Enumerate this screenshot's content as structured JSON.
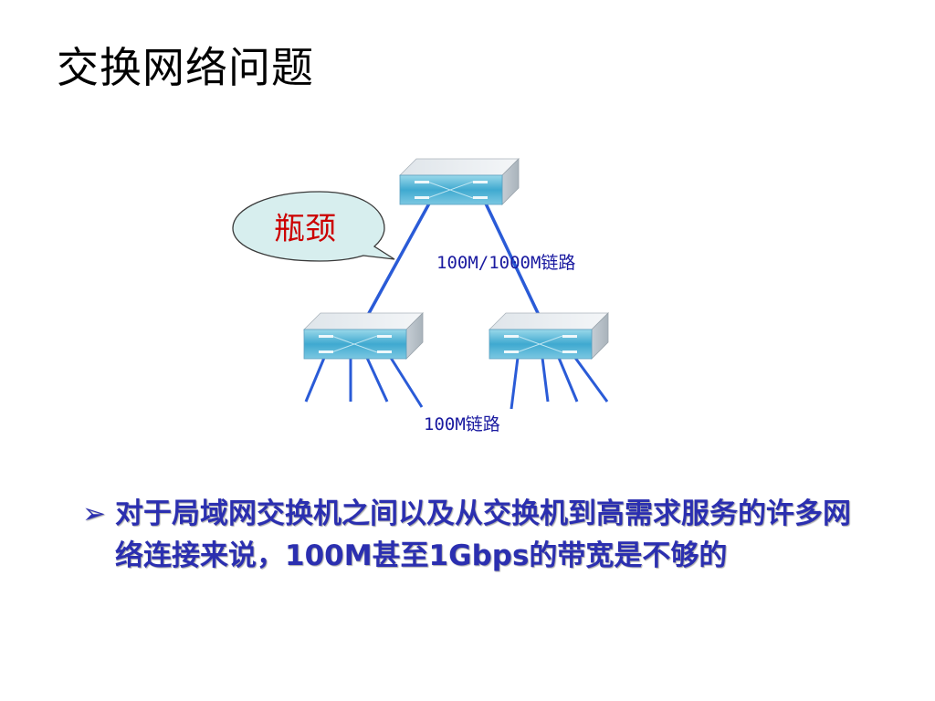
{
  "slide": {
    "title": "交换网络问题",
    "bullet_marker": "➢",
    "bullet_text": "对于局域网交换机之间以及从交换机到高需求服务的许多网络连接来说，100M甚至1Gbps的带宽是不够的"
  },
  "diagram": {
    "callout_label": "瓶颈",
    "uplink_label": "100M/1000M链路",
    "access_label": "100M链路",
    "colors": {
      "link": "#2A5BD7",
      "switch_top": "#e9eef3",
      "switch_front": "#5ab8d8",
      "switch_side": "#b9c3cb",
      "callout_fill": "#d7eeee",
      "callout_text": "#cc0000",
      "label_text": "#1a1aa0"
    },
    "icons": [
      "network-switch-icon",
      "speech-bubble-callout"
    ]
  }
}
